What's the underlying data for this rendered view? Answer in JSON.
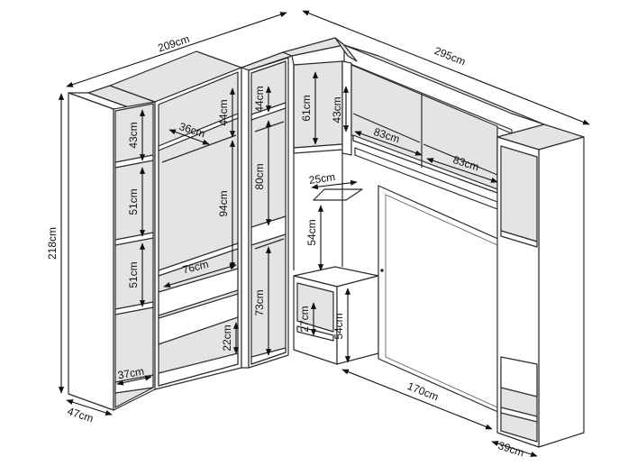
{
  "diagram": {
    "labels": {
      "width_left": "209cm",
      "width_right": "295cm",
      "height_total": "218cm",
      "depth_left": "47cm",
      "depth_right": "39cm",
      "shelf_top_left": "43cm",
      "shelf_mid_left": "51cm",
      "shelf_low_left": "51cm",
      "base_left": "37cm",
      "hanging_top_depth": "36cm",
      "hanging_top_height": "44cm",
      "hanging_height": "94cm",
      "drawer_width": "76cm",
      "drawer_height": "22cm",
      "narrow_top_height": "44cm",
      "narrow_hanging": "80cm",
      "narrow_long": "73cm",
      "corner_top": "61cm",
      "corner_shelf_depth": "25cm",
      "corner_shelf_height": "54cm",
      "nightstand_inner": "27cm",
      "nightstand_height": "54cm",
      "bridge_height": "43cm",
      "bridge_width_1": "83cm",
      "bridge_width_2": "83cm",
      "bed_span": "170cm"
    },
    "dimension_color": "#111111",
    "line_color": "#2b2b2b",
    "shade_color": "#e4e4e4"
  }
}
